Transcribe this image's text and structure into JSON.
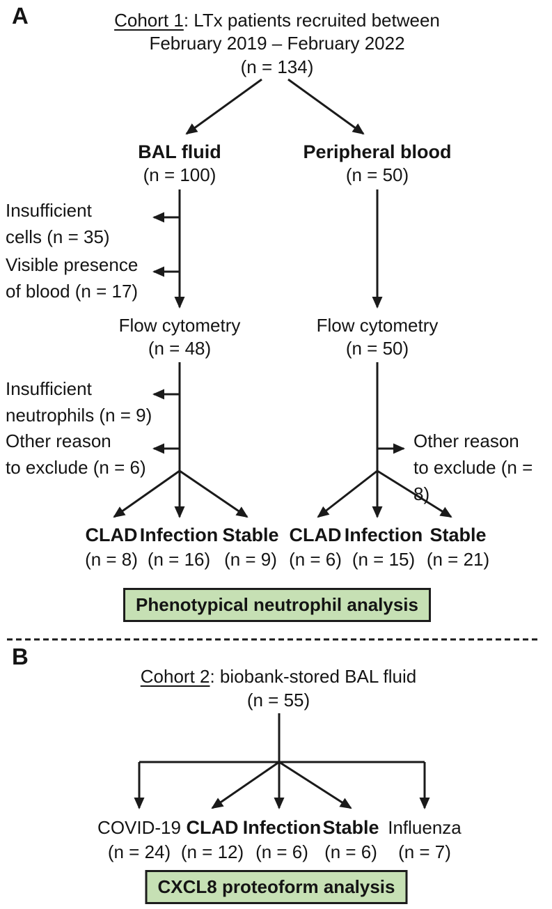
{
  "colors": {
    "box_fill": "#c6e0b4",
    "box_border": "#1c1c1c",
    "line": "#1a1a1a"
  },
  "panel_a": {
    "label": "A",
    "title": {
      "underlined": "Cohort 1",
      "rest": ": LTx patients recruited between",
      "line2": "February 2019 – February 2022",
      "n": "(n = 134)"
    },
    "bal": {
      "name": "BAL fluid",
      "n": "(n = 100)"
    },
    "blood": {
      "name": "Peripheral blood",
      "n": "(n = 50)"
    },
    "exclusion_cells": "Insufficient\ncells (n = 35)",
    "exclusion_blood_visible": "Visible presence\nof blood (n = 17)",
    "flow_bal": {
      "name": "Flow cytometry",
      "n": "(n = 48)"
    },
    "flow_blood": {
      "name": "Flow cytometry",
      "n": "(n = 50)"
    },
    "exclusion_neutrophils": "Insufficient\nneutrophils (n = 9)",
    "exclusion_other_bal": "Other reason\nto exclude (n = 6)",
    "exclusion_other_blood": "Other reason\nto exclude (n = 8)",
    "groups_bal": [
      {
        "name": "CLAD",
        "n": "(n = 8)"
      },
      {
        "name": "Infection",
        "n": "(n = 16)"
      },
      {
        "name": "Stable",
        "n": "(n = 9)"
      }
    ],
    "groups_blood": [
      {
        "name": "CLAD",
        "n": "(n = 6)"
      },
      {
        "name": "Infection",
        "n": "(n = 15)"
      },
      {
        "name": "Stable",
        "n": "(n = 21)"
      }
    ],
    "analysis_box": "Phenotypical neutrophil analysis"
  },
  "panel_b": {
    "label": "B",
    "title": {
      "underlined": "Cohort 2",
      "rest": ": biobank-stored BAL fluid",
      "n": "(n = 55)"
    },
    "groups": [
      {
        "name": "COVID-19",
        "n": "(n = 24)"
      },
      {
        "name": "CLAD",
        "n": "(n = 12)"
      },
      {
        "name": "Infection",
        "n": "(n = 6)"
      },
      {
        "name": "Stable",
        "n": "(n = 6)"
      },
      {
        "name": "Influenza",
        "n": "(n = 7)"
      }
    ],
    "analysis_box": "CXCL8 proteoform analysis"
  }
}
